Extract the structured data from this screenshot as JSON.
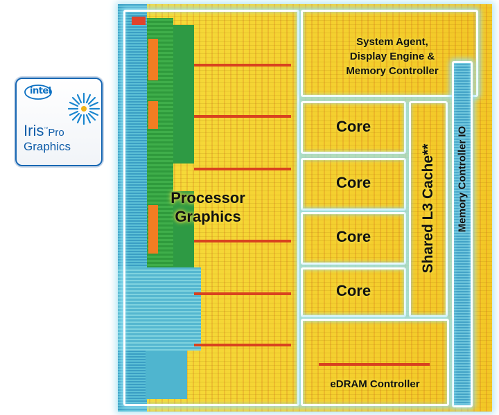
{
  "badge": {
    "brand": "intel",
    "product": "Iris",
    "tm": "™",
    "tier": "Pro",
    "line": "Graphics"
  },
  "die": {
    "labels": {
      "graphics_1": "Processor",
      "graphics_2": "Graphics",
      "system_agent_1": "System Agent,",
      "system_agent_2": "Display Engine &",
      "system_agent_3": "Memory Controller",
      "core": "Core",
      "l3_cache": "Shared L3 Cache**",
      "memory_io": "Memory Controller IO",
      "edram": "eDRAM Controller"
    }
  },
  "colors": {
    "die_yellow": "#f3c726",
    "graphics_green": "#2f9a3c",
    "graphics_blue": "#3aa6c9",
    "block_outline": "#ffffff",
    "glow": "#a8e4f5",
    "badge_blue": "#1767b3"
  }
}
